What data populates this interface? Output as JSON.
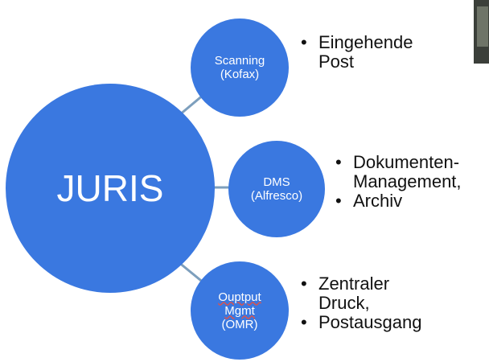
{
  "diagram": {
    "center": {
      "label": "JURIS"
    },
    "nodes": [
      {
        "id": "scanning",
        "line1": "Scanning",
        "line2": "(Kofax)",
        "line3": "",
        "bullets": [
          "Eingehende",
          "Post"
        ]
      },
      {
        "id": "dms",
        "line1": "DMS",
        "line2": "(Alfresco)",
        "line3": "",
        "bullets": [
          "Dokumenten-",
          "Management,",
          "Archiv"
        ]
      },
      {
        "id": "output",
        "line1": "Ouptput",
        "line2": "Mgmt",
        "line3": "(OMR)",
        "bullets": [
          "Zentraler",
          "Druck,",
          "Postausgang"
        ]
      }
    ]
  },
  "colors": {
    "node": "#3a78e0",
    "connector": "#7d9fbd",
    "text": "#111111"
  }
}
